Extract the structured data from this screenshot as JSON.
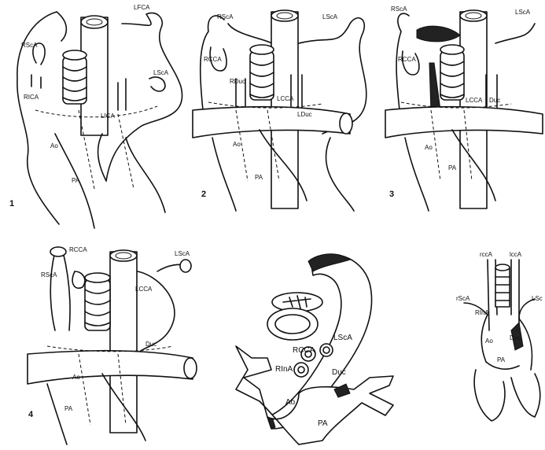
{
  "panels": {
    "p1": {
      "number": "1",
      "labels": {
        "lfca": "LFCA",
        "rsca": "RScA",
        "lsca": "LScA",
        "rica": "RICA",
        "lica": "LICA",
        "ao": "Ao",
        "pa": "PA"
      }
    },
    "p2": {
      "number": "2",
      "labels": {
        "rsca": "RScA",
        "lsca": "LScA",
        "rcca": "RCCA",
        "rduc": "RDuc",
        "lcca": "LCCA",
        "lduc": "LDuc",
        "ao": "Ao",
        "pa": "PA"
      }
    },
    "p3": {
      "number": "3",
      "labels": {
        "rsca": "RScA",
        "lsca": "LScA",
        "rcca": "RCCA",
        "lcca": "LCCA",
        "duc": "Duc",
        "ao": "Ao",
        "pa": "PA"
      }
    },
    "p4": {
      "number": "4",
      "labels": {
        "rcca": "RCCA",
        "lsca": "LScA",
        "rsca": "RScA",
        "lcca": "LCCA",
        "duc": "Duc",
        "ao": "Ao",
        "pa": "PA"
      }
    },
    "p5": {
      "labels": {
        "lsca": "LScA",
        "rcca": "RCCA",
        "rina": "RInA",
        "duc": "Duc",
        "ao": "Ao",
        "pa": "PA"
      }
    },
    "p6": {
      "labels": {
        "rcca": "rccA",
        "lcca": "lccA",
        "rsca": "rScA",
        "lsc": "LSc",
        "rina": "RInA",
        "ao": "Ao",
        "duc": "Duc",
        "pa": "PA"
      }
    }
  }
}
